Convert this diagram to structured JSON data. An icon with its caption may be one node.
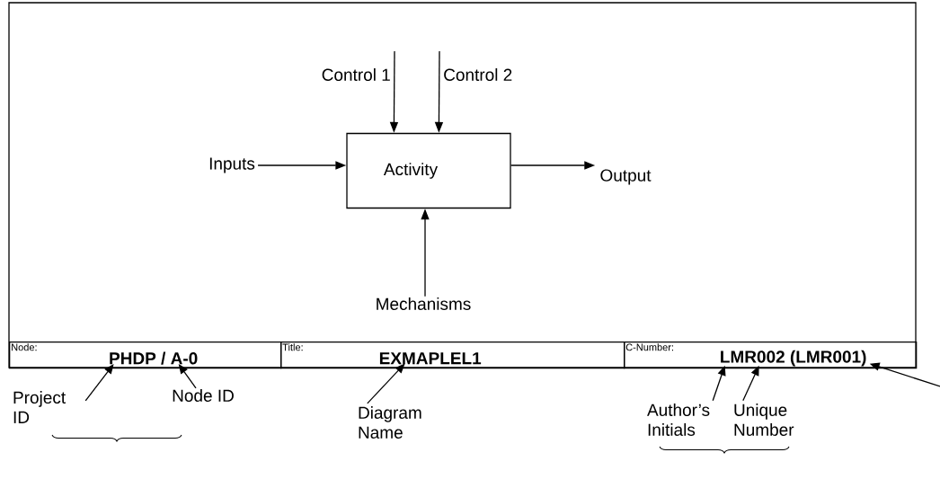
{
  "diagram": {
    "nodes": [
      {
        "text": [
          "Inputs"
        ]
      },
      {
        "text": [
          "Activity"
        ]
      },
      {
        "text": [
          "Output"
        ]
      },
      {
        "text": [
          "Mechanisms"
        ]
      },
      {
        "text": [
          "Node:"
        ]
      },
      {
        "text": [
          "PHDP / A-0"
        ],
        "in": 4
      },
      {
        "text": [
          "Title:"
        ]
      },
      {
        "text": [
          "EXMAPLEL1"
        ],
        "in": 6
      },
      {
        "text": [
          "C-Number:"
        ]
      },
      {
        "text": [
          "LMR002 (LMR001)"
        ],
        "in": 8
      },
      {
        "text": [
          "Project ID"
        ]
      },
      {
        "text": [
          "Node ID"
        ]
      },
      {
        "text": [
          "Diagram Name"
        ]
      },
      {
        "text": [
          "Author’s Initials"
        ]
      },
      {
        "text": [
          "Unique Number"
        ]
      }
    ],
    "edges": [
      {
        "from": 0,
        "to": 1,
        "arrow": "to"
      },
      {
        "from": null,
        "to": 1,
        "arrow": "to",
        "label": "Control 1"
      },
      {
        "from": null,
        "to": 1,
        "arrow": "to",
        "label": "Control 2"
      },
      {
        "from": 1,
        "to": 2,
        "arrow": "to"
      },
      {
        "from": 3,
        "to": 1,
        "arrow": "to"
      },
      {
        "from": 10,
        "to": 5,
        "arrow": "to"
      },
      {
        "from": 11,
        "to": 5,
        "arrow": "to"
      },
      {
        "from": 12,
        "to": 7,
        "arrow": "to"
      },
      {
        "from": 13,
        "to": 9,
        "arrow": "to"
      },
      {
        "from": 14,
        "to": 9,
        "arrow": "to"
      },
      {
        "from": null,
        "to": 9,
        "arrow": "to"
      }
    ]
  }
}
